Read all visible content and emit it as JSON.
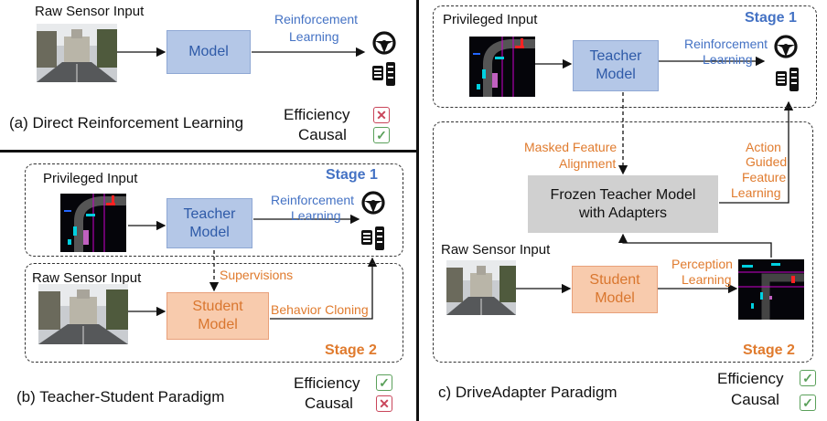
{
  "panel_a": {
    "raw_input": "Raw Sensor Input",
    "model": "Model",
    "rl_line1": "Reinforcement",
    "rl_line2": "Learning",
    "caption": "(a) Direct Reinforcement Learning",
    "efficiency": "Efficiency",
    "causal": "Causal",
    "efficiency_mark": "✕",
    "causal_mark": "✓"
  },
  "panel_b": {
    "privileged_input": "Privileged Input",
    "stage1": "Stage 1",
    "teacher_line1": "Teacher",
    "teacher_line2": "Model",
    "rl_line1": "Reinforcement",
    "rl_line2": "Learning",
    "raw_input": "Raw Sensor Input",
    "supervisions": "Supervisions",
    "student_line1": "Student",
    "student_line2": "Model",
    "behavior_cloning": "Behavior Cloning",
    "stage2": "Stage 2",
    "caption": "(b) Teacher-Student Paradigm",
    "efficiency": "Efficiency",
    "causal": "Causal",
    "efficiency_mark": "✓",
    "causal_mark": "✕"
  },
  "panel_c": {
    "privileged_input": "Privileged Input",
    "stage1": "Stage 1",
    "teacher_line1": "Teacher",
    "teacher_line2": "Model",
    "rl_line1": "Reinforcement",
    "rl_line2": "Learning",
    "masked_line1": "Masked Feature",
    "masked_line2": "Alignment",
    "action_line1": "Action",
    "action_line2": "Guided",
    "action_line3": "Feature",
    "action_line4": "Learning",
    "frozen_line1": "Frozen Teacher Model",
    "frozen_line2": "with Adapters",
    "raw_input": "Raw Sensor Input",
    "student_line1": "Student",
    "student_line2": "Model",
    "perception_line1": "Perception",
    "perception_line2": "Learning",
    "stage2": "Stage 2",
    "caption": "c) DriveAdapter Paradigm",
    "efficiency": "Efficiency",
    "causal": "Causal",
    "efficiency_mark": "✓",
    "causal_mark": "✓"
  },
  "colors": {
    "blue_box": "#b4c7e7",
    "orange_box": "#f8cbad",
    "grey_box": "#d0d0d0",
    "blue_text": "#4472c4",
    "orange_text": "#e07b2e",
    "check": "#5aa05a",
    "cross": "#c9455a"
  },
  "icons": [
    "steering-wheel-icon",
    "pedals-icon",
    "camera-scene-image",
    "bev-map-image"
  ]
}
